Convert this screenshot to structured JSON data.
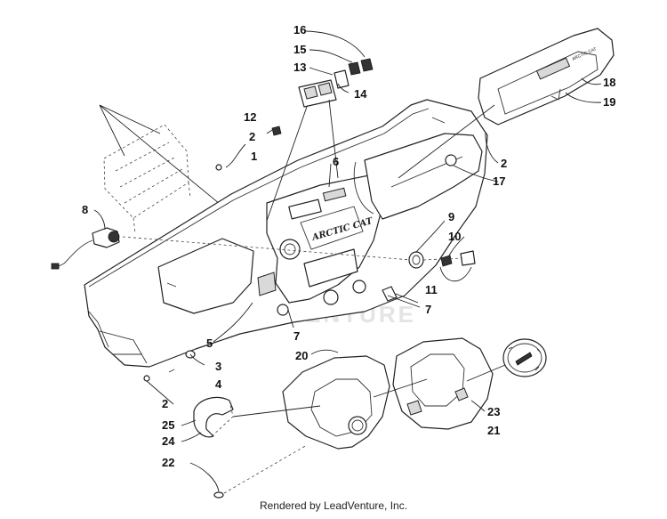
{
  "watermark": "LEADVENTURE",
  "footer": "Rendered by LeadVenture, Inc.",
  "brand_decal": "ARCTIC CAT",
  "callouts": {
    "c1": "1",
    "c2a": "2",
    "c2b": "2",
    "c2c": "2",
    "c3": "3",
    "c4": "4",
    "c5": "5",
    "c6": "6",
    "c7a": "7",
    "c7b": "7",
    "c8": "8",
    "c9": "9",
    "c10": "10",
    "c11": "11",
    "c12": "12",
    "c13": "13",
    "c14": "14",
    "c15": "15",
    "c16": "16",
    "c17": "17",
    "c18": "18",
    "c19": "19",
    "c20": "20",
    "c21": "21",
    "c22": "22",
    "c23": "23",
    "c24": "24",
    "c25": "25"
  }
}
